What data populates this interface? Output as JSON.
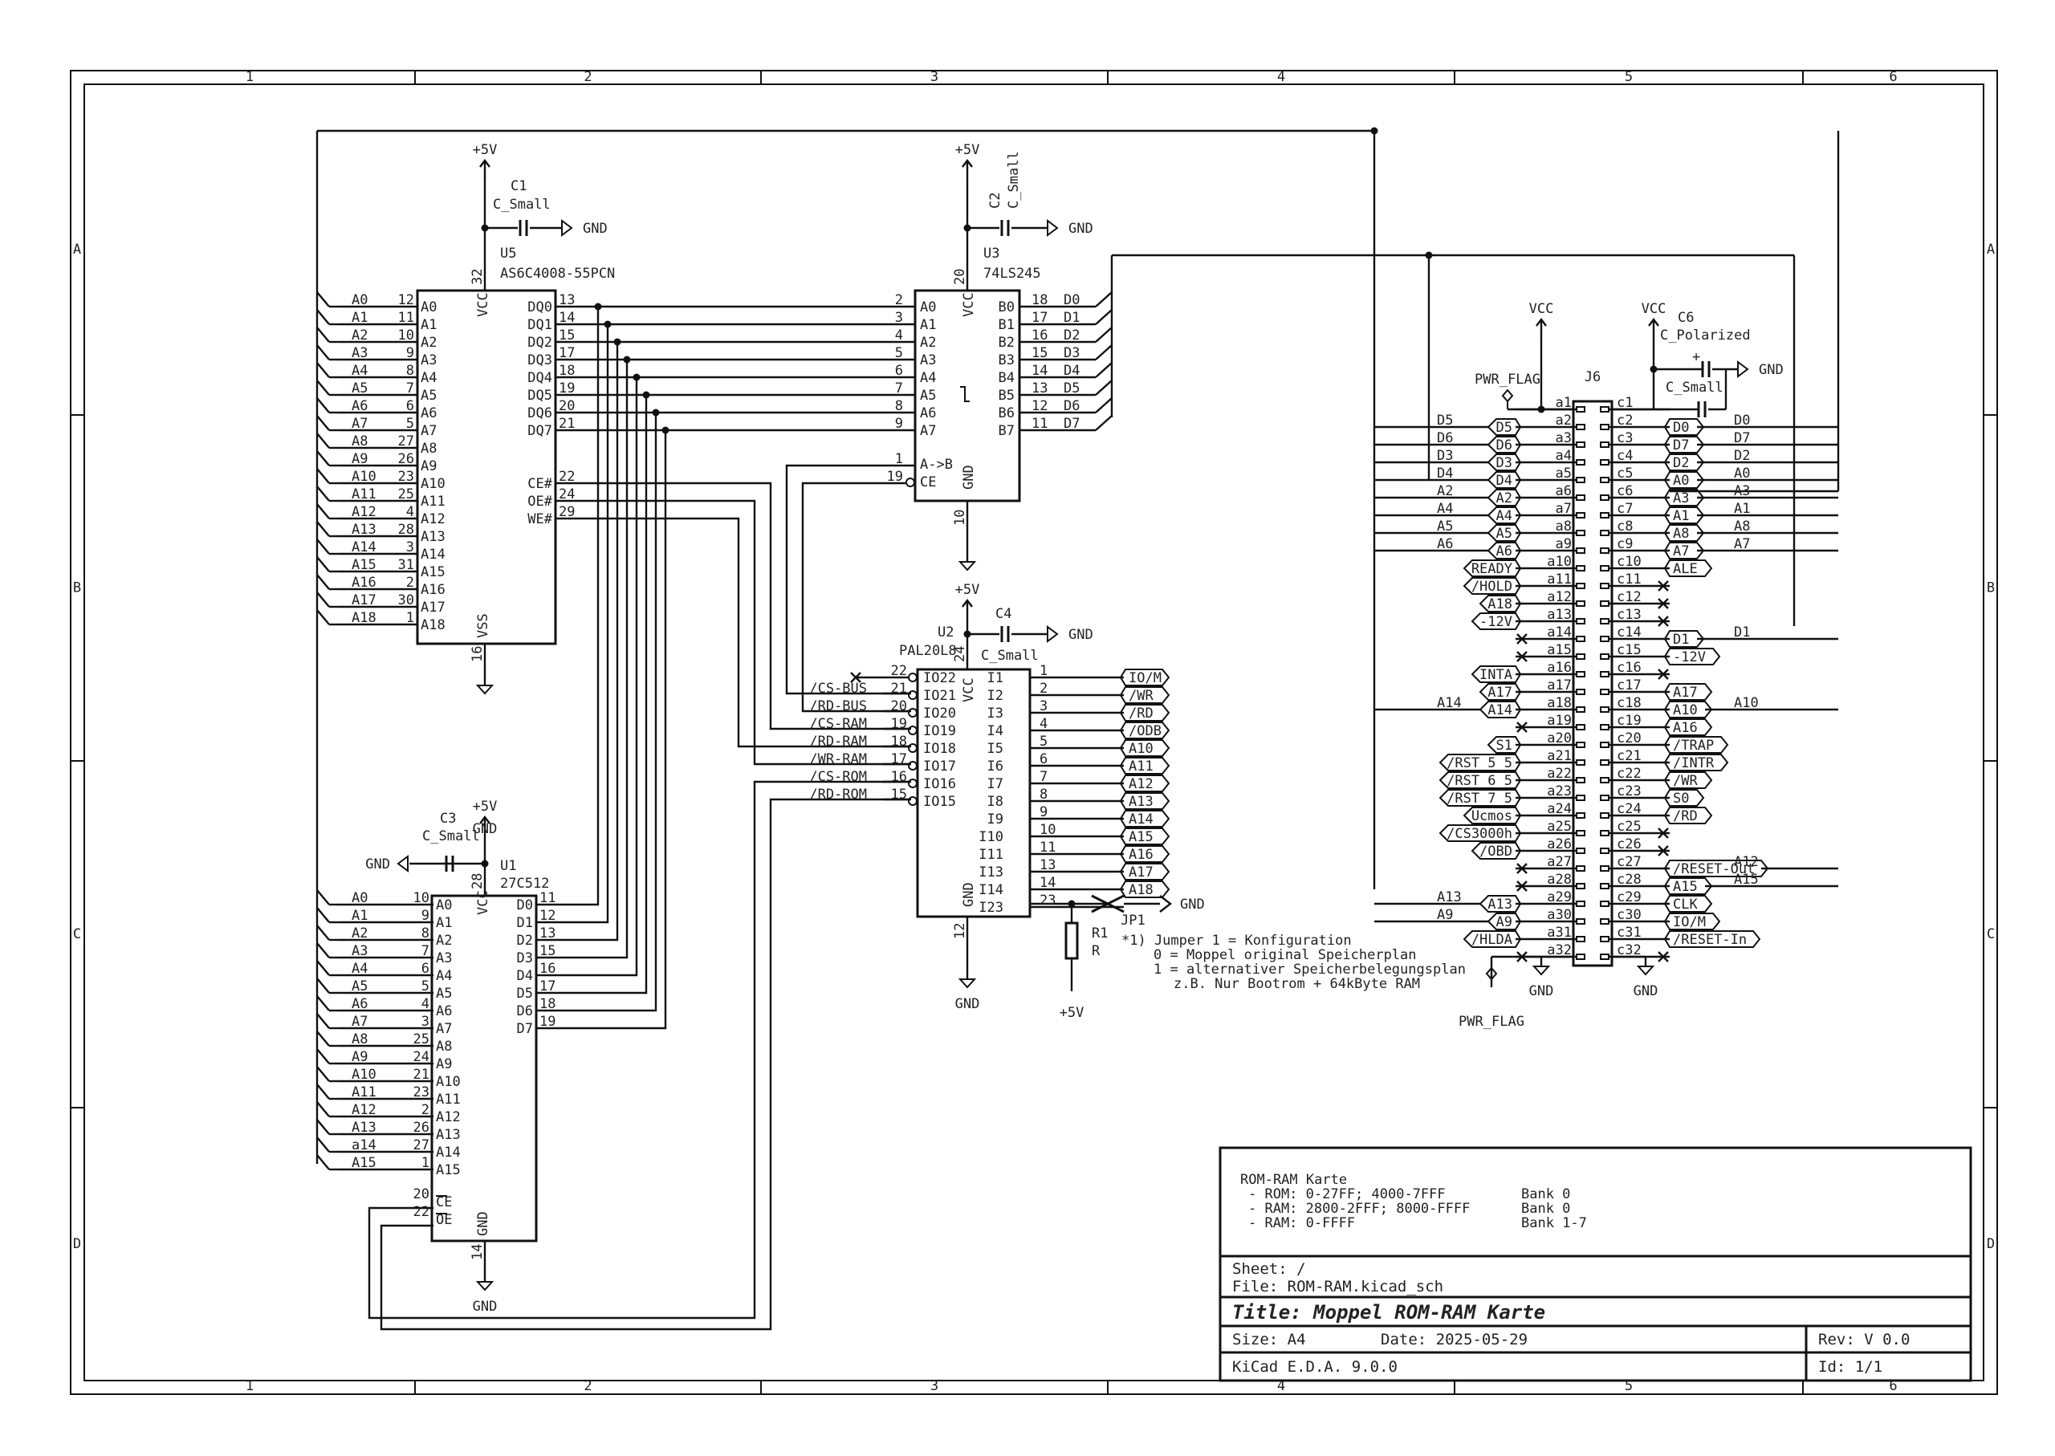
{
  "frame": {
    "cols": [
      "1",
      "2",
      "3",
      "4",
      "5",
      "6"
    ],
    "rows": [
      "A",
      "B",
      "C",
      "D"
    ]
  },
  "colors": {
    "ink": "#111111",
    "text": "#222222",
    "jumper_label": "#9a9a9a",
    "background": "#ffffff"
  },
  "power": {
    "p5v": "+5V",
    "gnd": "GND",
    "vcc": "VCC",
    "pwr_flag": "PWR_FLAG"
  },
  "u5": {
    "ref": "U5",
    "value": "AS6C4008-55PCN",
    "vcc": "VCC",
    "vss": "VSS",
    "vcc_pin": "32",
    "vss_pin": "16",
    "addr": [
      [
        "A0",
        "12"
      ],
      [
        "A1",
        "11"
      ],
      [
        "A2",
        "10"
      ],
      [
        "A3",
        "9"
      ],
      [
        "A4",
        "8"
      ],
      [
        "A5",
        "7"
      ],
      [
        "A6",
        "6"
      ],
      [
        "A7",
        "5"
      ],
      [
        "A8",
        "27"
      ],
      [
        "A9",
        "26"
      ],
      [
        "A10",
        "23"
      ],
      [
        "A11",
        "25"
      ],
      [
        "A12",
        "4"
      ],
      [
        "A13",
        "28"
      ],
      [
        "A14",
        "3"
      ],
      [
        "A15",
        "31"
      ],
      [
        "A16",
        "2"
      ],
      [
        "A17",
        "30"
      ],
      [
        "A18",
        "1"
      ]
    ],
    "data": [
      [
        "DQ0",
        "13"
      ],
      [
        "DQ1",
        "14"
      ],
      [
        "DQ2",
        "15"
      ],
      [
        "DQ3",
        "17"
      ],
      [
        "DQ4",
        "18"
      ],
      [
        "DQ5",
        "19"
      ],
      [
        "DQ6",
        "20"
      ],
      [
        "DQ7",
        "21"
      ]
    ],
    "ctrl": [
      [
        "CE#",
        "22"
      ],
      [
        "OE#",
        "24"
      ],
      [
        "WE#",
        "29"
      ]
    ]
  },
  "c1": {
    "ref": "C1",
    "value": "C_Small"
  },
  "c2": {
    "ref": "C2",
    "value": "C_Small"
  },
  "c3": {
    "ref": "C3",
    "value": "C_Small"
  },
  "c4": {
    "ref": "C4",
    "value": "C_Small"
  },
  "c5": {
    "value": "C_Small"
  },
  "c6": {
    "ref": "C6",
    "value": "C_Polarized"
  },
  "u3": {
    "ref": "U3",
    "value": "74LS245",
    "vcc": "VCC",
    "gnd": "GND",
    "vcc_pin": "20",
    "gnd_pin": "10",
    "a": [
      [
        "A0",
        "2"
      ],
      [
        "A1",
        "3"
      ],
      [
        "A2",
        "4"
      ],
      [
        "A3",
        "5"
      ],
      [
        "A4",
        "6"
      ],
      [
        "A5",
        "7"
      ],
      [
        "A6",
        "8"
      ],
      [
        "A7",
        "9"
      ]
    ],
    "b": [
      [
        "B0",
        "18",
        "D0"
      ],
      [
        "B1",
        "17",
        "D1"
      ],
      [
        "B2",
        "16",
        "D2"
      ],
      [
        "B3",
        "15",
        "D3"
      ],
      [
        "B4",
        "14",
        "D4"
      ],
      [
        "B5",
        "13",
        "D5"
      ],
      [
        "B6",
        "12",
        "D6"
      ],
      [
        "B7",
        "11",
        "D7"
      ]
    ],
    "dir": [
      "A->B",
      "1"
    ],
    "ce": [
      "CE",
      "19"
    ]
  },
  "u1": {
    "ref": "U1",
    "value": "27C512",
    "vcc": "VCC",
    "gnd": "GND",
    "vcc_pin": "28",
    "gnd_pin": "14",
    "addr": [
      [
        "A0",
        "10",
        "A0"
      ],
      [
        "A1",
        "9",
        "A1"
      ],
      [
        "A2",
        "8",
        "A2"
      ],
      [
        "A3",
        "7",
        "A3"
      ],
      [
        "A4",
        "6",
        "A4"
      ],
      [
        "A5",
        "5",
        "A5"
      ],
      [
        "A6",
        "4",
        "A6"
      ],
      [
        "A7",
        "3",
        "A7"
      ],
      [
        "A8",
        "25",
        "A8"
      ],
      [
        "A9",
        "24",
        "A9"
      ],
      [
        "A10",
        "21",
        "A10"
      ],
      [
        "A11",
        "23",
        "A11"
      ],
      [
        "A12",
        "2",
        "A12"
      ],
      [
        "A13",
        "26",
        "A13"
      ],
      [
        "A14",
        "27",
        "a14"
      ],
      [
        "A15",
        "1",
        "A15"
      ]
    ],
    "data": [
      [
        "D0",
        "11"
      ],
      [
        "D1",
        "12"
      ],
      [
        "D2",
        "13"
      ],
      [
        "D3",
        "15"
      ],
      [
        "D4",
        "16"
      ],
      [
        "D5",
        "17"
      ],
      [
        "D6",
        "18"
      ],
      [
        "D7",
        "19"
      ]
    ],
    "ctrl": [
      [
        "CE",
        "20"
      ],
      [
        "OE",
        "22"
      ]
    ]
  },
  "u2": {
    "ref": "U2",
    "value": "PAL20L8",
    "vcc": "VCC",
    "gnd": "GND",
    "vcc_pin": "24",
    "gnd_pin": "12",
    "io": [
      [
        "IO22",
        "22",
        ""
      ],
      [
        "IO21",
        "21",
        "/CS-BUS"
      ],
      [
        "IO20",
        "20",
        "/RD-BUS"
      ],
      [
        "IO19",
        "19",
        "/CS-RAM"
      ],
      [
        "IO18",
        "18",
        "/RD-RAM"
      ],
      [
        "IO17",
        "17",
        "/WR-RAM"
      ],
      [
        "IO16",
        "16",
        "/CS-ROM"
      ],
      [
        "IO15",
        "15",
        "/RD-ROM"
      ]
    ],
    "inp": [
      [
        "I1",
        "1",
        "IO/M"
      ],
      [
        "I2",
        "2",
        "/WR"
      ],
      [
        "I3",
        "3",
        "/RD"
      ],
      [
        "I4",
        "4",
        "/ODB"
      ],
      [
        "I5",
        "5",
        "A10"
      ],
      [
        "I6",
        "6",
        "A11"
      ],
      [
        "I7",
        "7",
        "A12"
      ],
      [
        "I8",
        "8",
        "A13"
      ],
      [
        "I9",
        "9",
        "A14"
      ],
      [
        "I10",
        "10",
        "A15"
      ],
      [
        "I11",
        "11",
        "A16"
      ],
      [
        "I13",
        "13",
        "A17"
      ],
      [
        "I14",
        "14",
        "A18"
      ],
      [
        "I23",
        "23",
        ""
      ]
    ]
  },
  "r1": {
    "ref": "R1",
    "value": "R"
  },
  "jp1": {
    "ref": "JP1"
  },
  "note": [
    "*1) Jumper 1 = Konfiguration",
    "0 = Moppel original Speicherplan",
    "1 = alternativer Speicherbelegungsplan",
    "z.B. Nur Bootrom + 64kByte RAM"
  ],
  "j6": {
    "ref": "J6",
    "a": [
      [
        "a1",
        ""
      ],
      [
        "a2",
        "D5"
      ],
      [
        "a3",
        "D6"
      ],
      [
        "a4",
        "D3"
      ],
      [
        "a5",
        "D4"
      ],
      [
        "a6",
        "A2"
      ],
      [
        "a7",
        "A4"
      ],
      [
        "a8",
        "A5"
      ],
      [
        "a9",
        "A6"
      ],
      [
        "a10",
        "READY"
      ],
      [
        "a11",
        "/HOLD"
      ],
      [
        "a12",
        "A18"
      ],
      [
        "a13",
        "-12V"
      ],
      [
        "a14",
        ""
      ],
      [
        "a15",
        ""
      ],
      [
        "a16",
        "INTA"
      ],
      [
        "a17",
        "A17"
      ],
      [
        "a18",
        "A14"
      ],
      [
        "a19",
        ""
      ],
      [
        "a20",
        "S1"
      ],
      [
        "a21",
        "/RST 5_5"
      ],
      [
        "a22",
        "/RST 6_5"
      ],
      [
        "a23",
        "/RST 7_5"
      ],
      [
        "a24",
        "Ucmos"
      ],
      [
        "a25",
        "/CS3000h"
      ],
      [
        "a26",
        "/OBD"
      ],
      [
        "a27",
        ""
      ],
      [
        "a28",
        ""
      ],
      [
        "a29",
        "A13"
      ],
      [
        "a30",
        "A9"
      ],
      [
        "a31",
        "/HLDA"
      ],
      [
        "a32",
        ""
      ]
    ],
    "c": [
      [
        "c1",
        ""
      ],
      [
        "c2",
        "D0"
      ],
      [
        "c3",
        "D7"
      ],
      [
        "c4",
        "D2"
      ],
      [
        "c5",
        "A0"
      ],
      [
        "c6",
        "A3"
      ],
      [
        "c7",
        "A1"
      ],
      [
        "c8",
        "A8"
      ],
      [
        "c9",
        "A7"
      ],
      [
        "c10",
        "ALE"
      ],
      [
        "c11",
        ""
      ],
      [
        "c12",
        ""
      ],
      [
        "c13",
        ""
      ],
      [
        "c14",
        "D1"
      ],
      [
        "c15",
        "-12V"
      ],
      [
        "c16",
        ""
      ],
      [
        "c17",
        "A17"
      ],
      [
        "c18",
        "A10"
      ],
      [
        "c19",
        "A16"
      ],
      [
        "c20",
        "/TRAP"
      ],
      [
        "c21",
        "/INTR"
      ],
      [
        "c22",
        "/WR"
      ],
      [
        "c23",
        "S0"
      ],
      [
        "c24",
        "/RD"
      ],
      [
        "c25",
        ""
      ],
      [
        "c26",
        ""
      ],
      [
        "c27",
        "/RESET-Out"
      ],
      [
        "c28",
        "A15"
      ],
      [
        "c29",
        "CLK"
      ],
      [
        "c30",
        "IO/M"
      ],
      [
        "c31",
        "/RESET-In"
      ],
      [
        "c32",
        ""
      ]
    ],
    "left_net": [
      "",
      "D5",
      "D6",
      "D3",
      "D4",
      "A2",
      "A4",
      "A5",
      "A6",
      "",
      "",
      "",
      "",
      "",
      "",
      "",
      "",
      "A14",
      "",
      "",
      "",
      "",
      "",
      "",
      "",
      "",
      "",
      "",
      "A13",
      "A9",
      "",
      ""
    ],
    "right_net": [
      "",
      "D0",
      "D7",
      "D2",
      "A0",
      "A3",
      "A1",
      "A8",
      "A7",
      "",
      "",
      "",
      "",
      "D1",
      "",
      "",
      "",
      "A10",
      "",
      "",
      "",
      "",
      "",
      "",
      "",
      "",
      "A12",
      "A15",
      "",
      "",
      "",
      ""
    ]
  },
  "titleblock": {
    "comment_title": "ROM-RAM Karte",
    "comments": [
      "- ROM: 0-27FF; 4000-7FFF",
      "- RAM: 2800-2FFF; 8000-FFFF",
      "- RAM: 0-FFFF"
    ],
    "banks": [
      "Bank 0",
      "Bank 0",
      "Bank 1-7"
    ],
    "sheet": "Sheet: /",
    "file": "File: ROM-RAM.kicad_sch",
    "title": "Title: Moppel ROM-RAM Karte",
    "size": "Size: A4",
    "date": "Date: 2025-05-29",
    "rev": "Rev: V 0.0",
    "tool": "KiCad E.D.A. 9.0.0",
    "id": "Id: 1/1"
  }
}
